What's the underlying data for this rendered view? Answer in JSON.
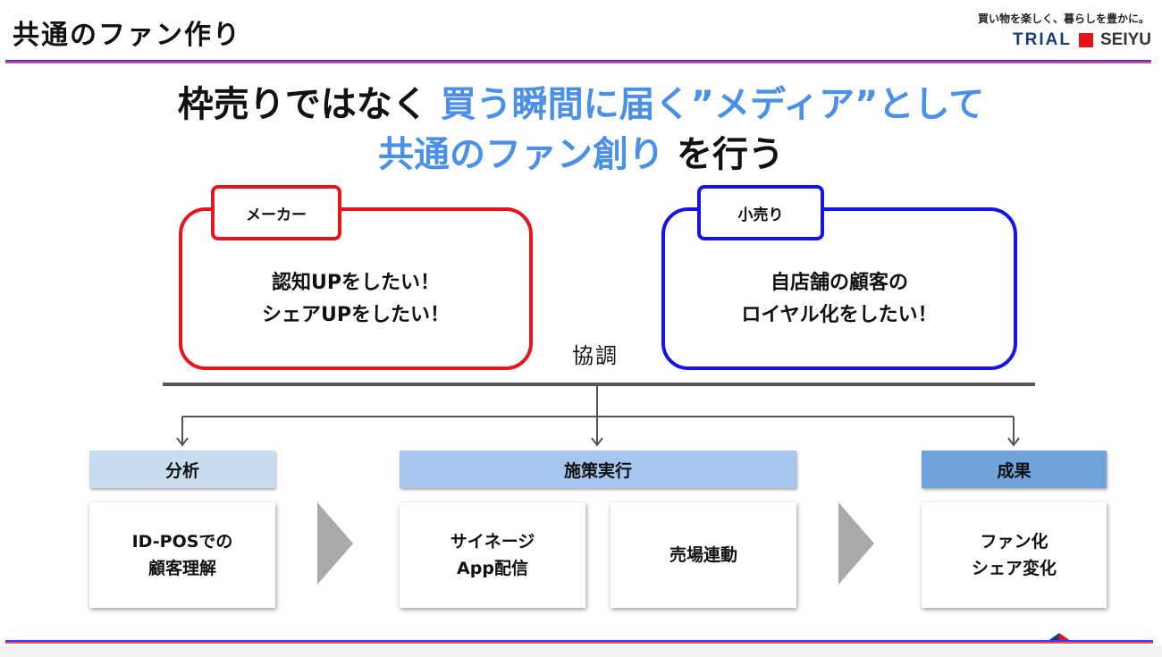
{
  "header": {
    "title": "共通のファン作り",
    "tagline": "買い物を楽しく、暮らしを豊かに。",
    "logo_left": "TRIAL",
    "logo_right": "SEIYU"
  },
  "headline": {
    "line1_black": "枠売りではなく",
    "line1_blue": "買う瞬間に届く”メディア”として",
    "line2_blue": "共通のファン創り",
    "line2_black": "を行う"
  },
  "maker": {
    "label": "メーカー",
    "text1": "認知UPをしたい！",
    "text2": "シェアUPをしたい！",
    "color": "#e8141c"
  },
  "retail": {
    "label": "小売り",
    "text1": "自店舗の顧客の",
    "text2": "ロイヤル化をしたい！",
    "color": "#1414e8"
  },
  "cooperation": "協調",
  "flow": {
    "analysis": {
      "title": "分析",
      "card": [
        "ID-POSでの",
        "顧客理解"
      ]
    },
    "execution": {
      "title": "施策実行",
      "card1": [
        "サイネージ",
        "App配信"
      ],
      "card2": "売場連動"
    },
    "result": {
      "title": "成果",
      "card": [
        "ファン化",
        "シェア変化"
      ]
    }
  }
}
